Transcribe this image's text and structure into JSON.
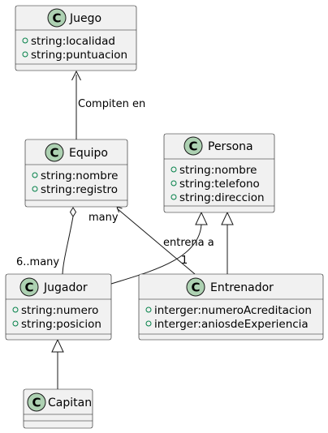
{
  "classes": {
    "juego": {
      "name": "Juego",
      "stereotype_letter": "C",
      "attributes": [
        "string:localidad",
        "string:puntuacion"
      ]
    },
    "equipo": {
      "name": "Equipo",
      "stereotype_letter": "C",
      "attributes": [
        "string:nombre",
        "string:registro"
      ]
    },
    "persona": {
      "name": "Persona",
      "stereotype_letter": "C",
      "attributes": [
        "string:nombre",
        "string:telefono",
        "string:direccion"
      ]
    },
    "jugador": {
      "name": "Jugador",
      "stereotype_letter": "C",
      "attributes": [
        "string:numero",
        "string:posicion"
      ]
    },
    "entrenador": {
      "name": "Entrenador",
      "stereotype_letter": "C",
      "attributes": [
        "interger:numeroAcreditacion",
        "interger:aniosdeExperiencia"
      ]
    },
    "capitan": {
      "name": "Capitan",
      "stereotype_letter": "C",
      "attributes": []
    }
  },
  "visibility_marker": "+",
  "relations": {
    "equipo_juego": {
      "label": "Compiten en"
    },
    "equipo_jugador": {
      "multiplicity_jugador": "6..many"
    },
    "entrenador_equipo": {
      "label": "entrena a",
      "multiplicity_equipo": "many",
      "multiplicity_entrenador": "1"
    }
  },
  "colors": {
    "class_fill": "#f1f1f1",
    "badge_fill": "#add1b2",
    "visibility_green": "#038048",
    "line": "#181818"
  }
}
